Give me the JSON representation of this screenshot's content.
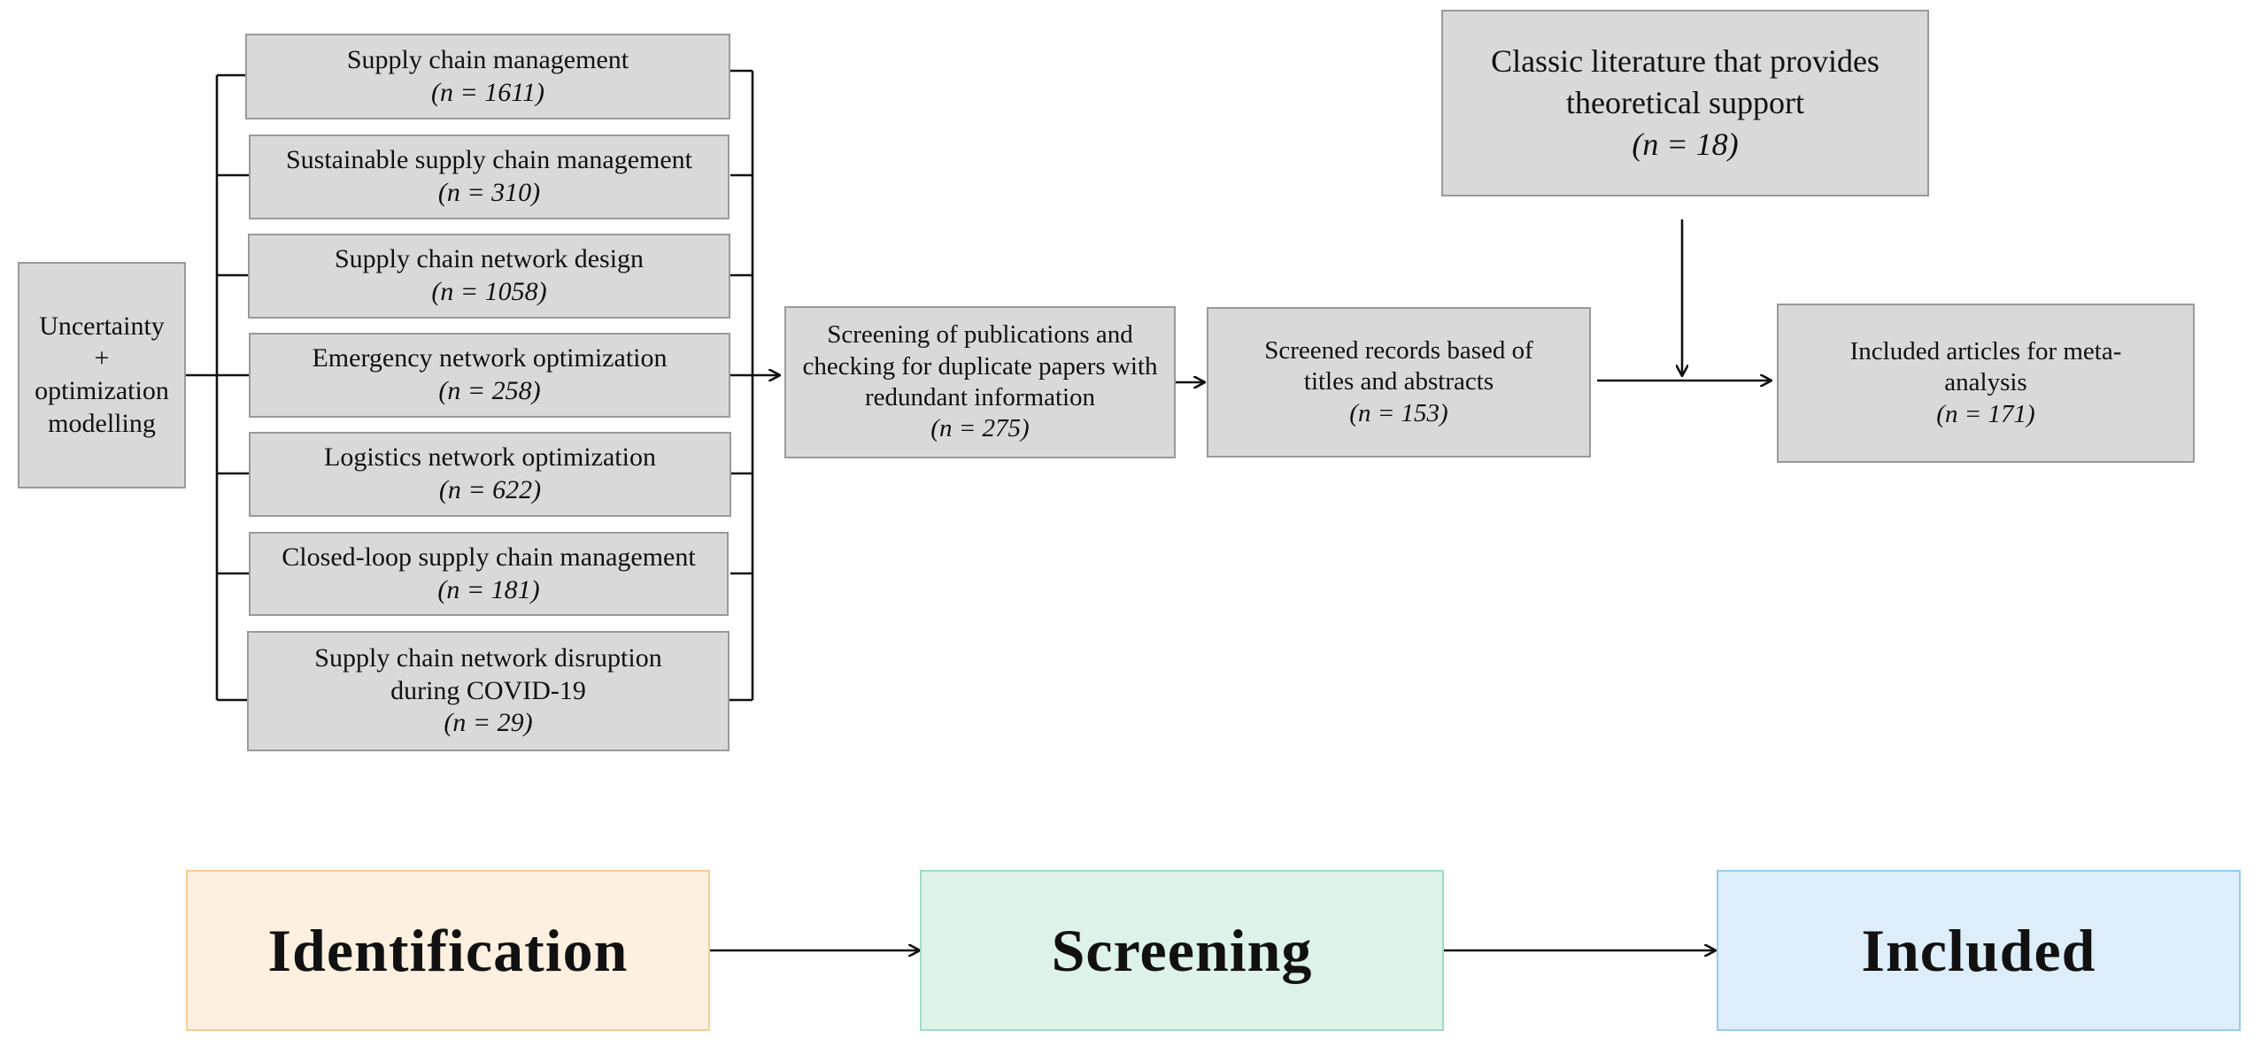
{
  "source_node": {
    "line1": "Uncertainty",
    "line2": "+",
    "line3": "optimization",
    "line4": "modelling"
  },
  "categories": [
    {
      "label": "Supply chain management",
      "count": "(n = 1611)"
    },
    {
      "label": "Sustainable supply chain management",
      "count": "(n = 310)"
    },
    {
      "label": "Supply chain network design",
      "count": "(n = 1058)"
    },
    {
      "label": "Emergency network optimization",
      "count": "(n = 258)"
    },
    {
      "label": "Logistics network optimization",
      "count": "(n = 622)"
    },
    {
      "label": "Closed-loop supply chain management",
      "count": "(n = 181)"
    },
    {
      "label": "Supply chain network disruption during COVID-19",
      "count": "(n = 29)"
    }
  ],
  "screening_box": {
    "label": "Screening of publications and checking for duplicate papers with redundant information",
    "count": "(n = 275)"
  },
  "screened_box": {
    "label": "Screened records based of titles and abstracts",
    "count": "(n = 153)"
  },
  "classic_box": {
    "label": "Classic literature that provides theoretical support",
    "count": "(n = 18)"
  },
  "included_box": {
    "label": "Included articles for meta-analysis",
    "count": "(n = 171)"
  },
  "stages": [
    {
      "label": "Identification",
      "bg": "#fdf0e0",
      "border": "#f5cf93"
    },
    {
      "label": "Screening",
      "bg": "#ddf2e8",
      "border": "#9edcc0"
    },
    {
      "label": "Included",
      "bg": "#ddeefa",
      "border": "#96cdef"
    }
  ]
}
